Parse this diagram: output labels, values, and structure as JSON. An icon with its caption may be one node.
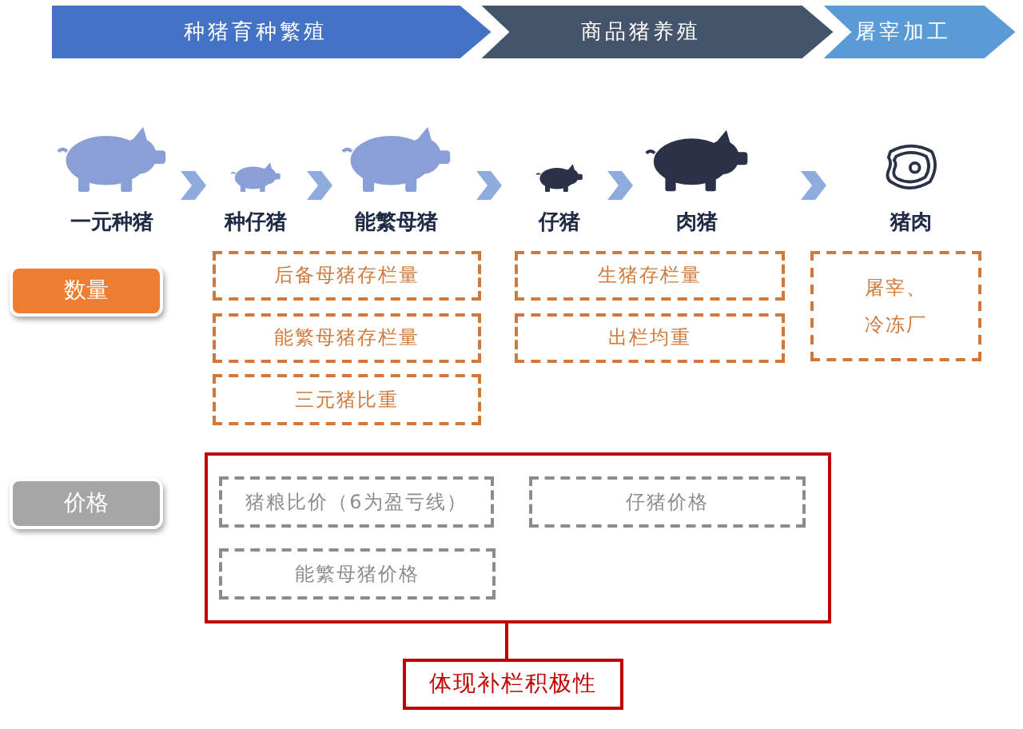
{
  "diagram": {
    "nodes": [
      {
        "text": [
          "种猪育种繁殖"
        ]
      },
      {
        "text": [
          "商品猪养殖"
        ]
      },
      {
        "text": [
          "屠宰加工"
        ]
      },
      {
        "text": [
          "一元种猪"
        ]
      },
      {
        "text": [
          "种仔猪"
        ]
      },
      {
        "text": [
          "能繁母猪"
        ]
      },
      {
        "text": [
          "仔猪"
        ]
      },
      {
        "text": [
          "肉猪"
        ]
      },
      {
        "text": [
          "猪肉"
        ]
      },
      {
        "text": [
          "数量"
        ]
      },
      {
        "text": [
          "后备母猪存栏量"
        ]
      },
      {
        "text": [
          "能繁母猪存栏量"
        ]
      },
      {
        "text": [
          "三元猪比重"
        ]
      },
      {
        "text": [
          "生猪存栏量"
        ]
      },
      {
        "text": [
          "出栏均重"
        ]
      },
      {
        "text": [
          "屠宰、冷冻厂"
        ]
      },
      {
        "text": [
          "价格"
        ]
      },
      {
        "text": [],
        "shape": "box"
      },
      {
        "text": [
          "猪粮比价（6为盈亏线）"
        ],
        "in": 17
      },
      {
        "text": [
          "仔猪价格"
        ],
        "in": 17
      },
      {
        "text": [
          "能繁母猪价格"
        ],
        "in": 17
      },
      {
        "text": [
          "体现补栏积极性"
        ]
      }
    ],
    "edges": [
      {
        "from": 3,
        "to": 4,
        "arrow": "to"
      },
      {
        "from": 4,
        "to": 5,
        "arrow": "to"
      },
      {
        "from": 5,
        "to": 6,
        "arrow": "to"
      },
      {
        "from": 6,
        "to": 7,
        "arrow": "to"
      },
      {
        "from": 7,
        "to": 8,
        "arrow": "to"
      },
      {
        "from": 17,
        "to": 21,
        "arrow": "none",
        "color": "#c00000"
      }
    ]
  }
}
